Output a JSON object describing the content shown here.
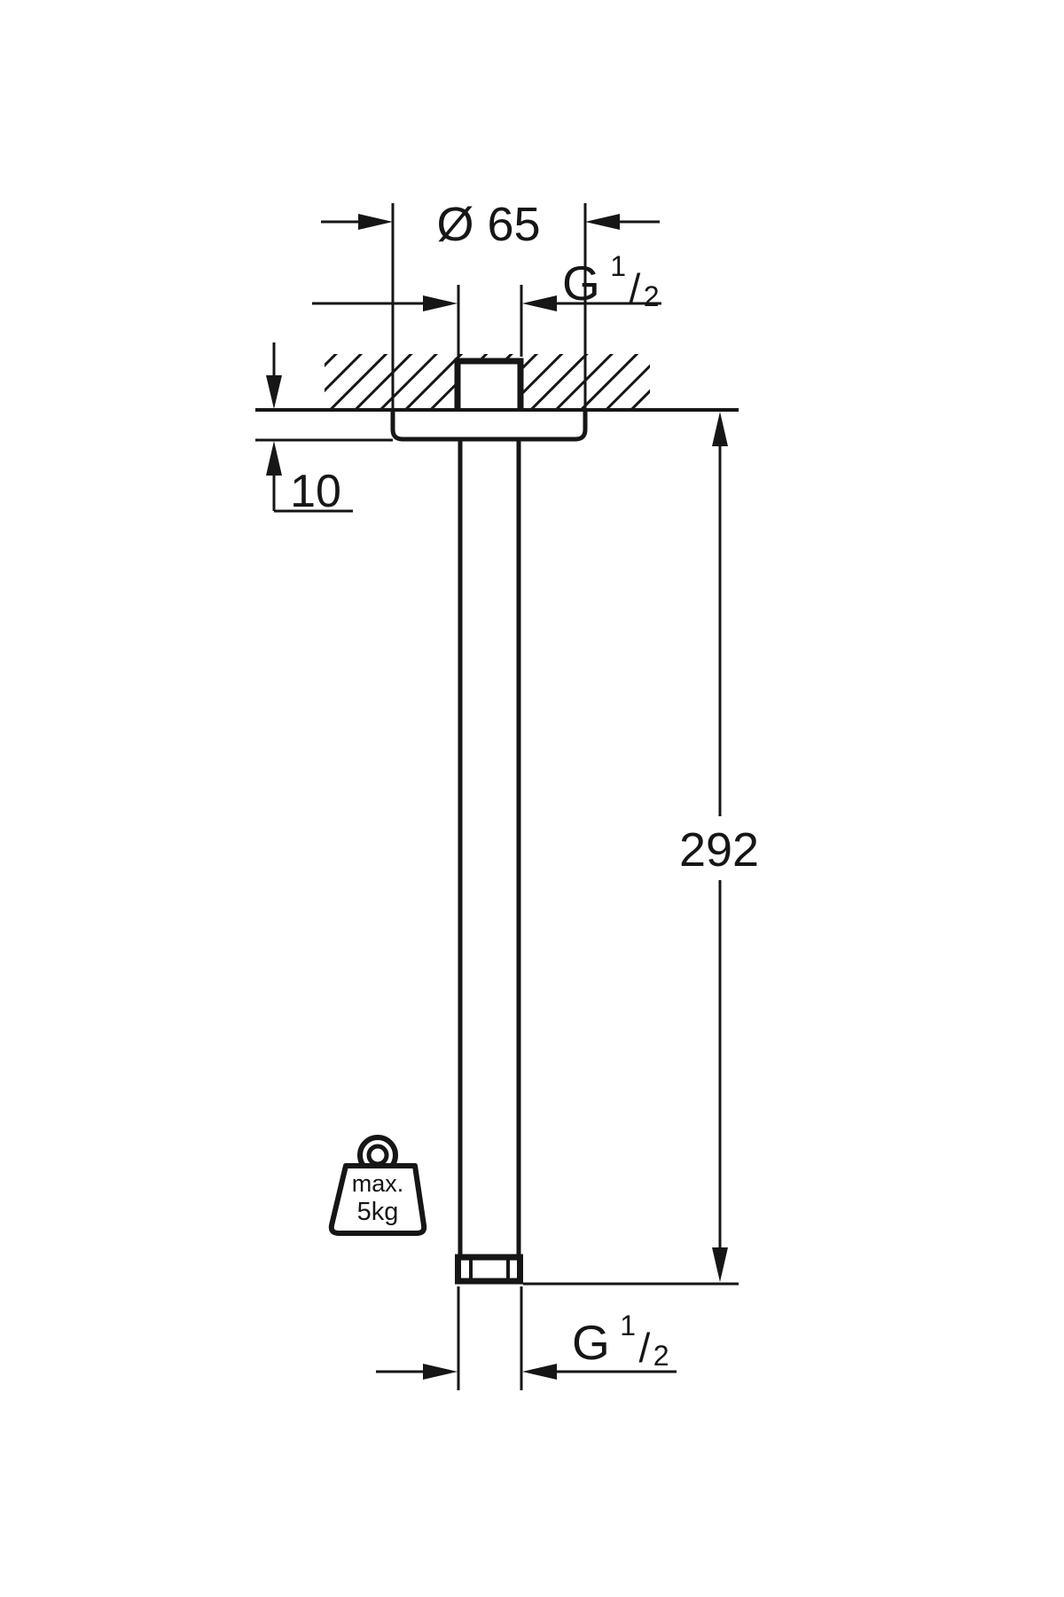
{
  "colors": {
    "ink": "#161616",
    "background": "#ffffff"
  },
  "dims": {
    "flange_diameter": "Ø 65",
    "flange_height": "10",
    "arm_length": "292",
    "thread_top": {
      "base": "G",
      "sup": "1",
      "slash": "/",
      "sub": "2"
    },
    "thread_bottom": {
      "base": "G",
      "sup": "1",
      "slash": "/",
      "sub": "2"
    }
  },
  "weight_limit": {
    "line1": "max.",
    "line2": "5kg"
  }
}
